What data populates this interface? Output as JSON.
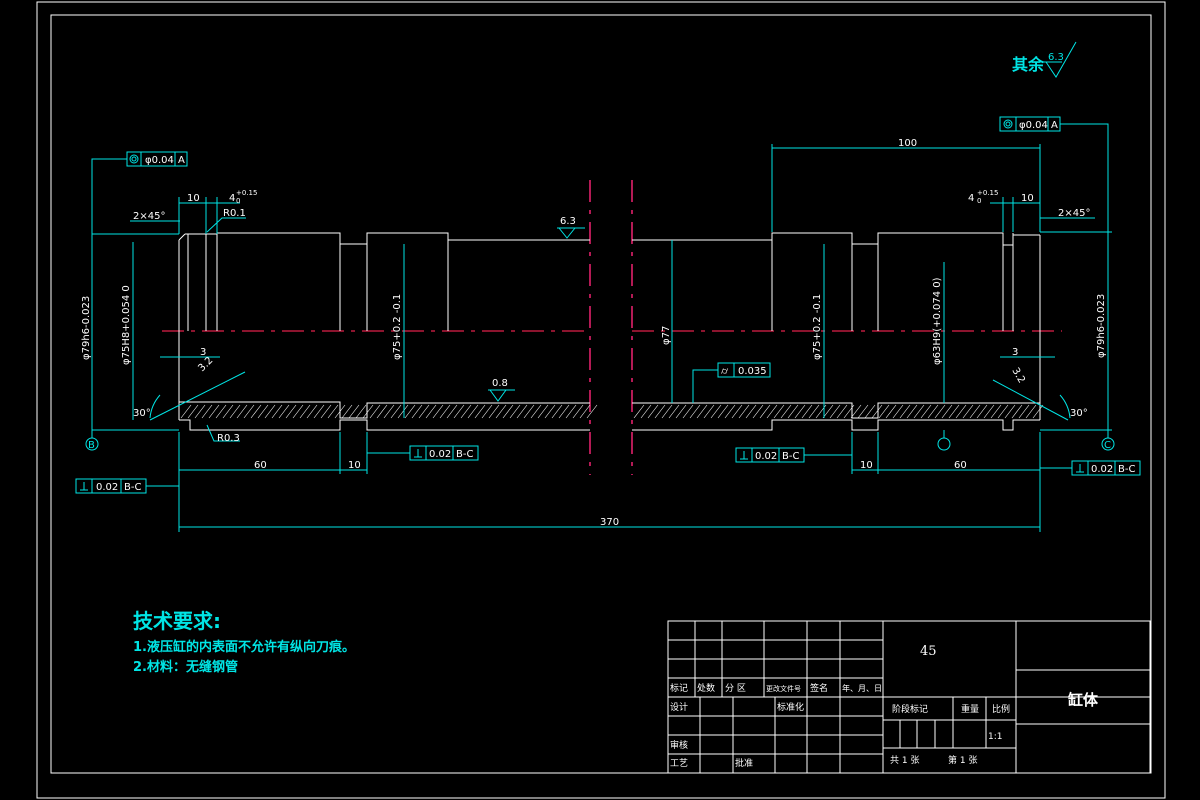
{
  "roughness_rest": {
    "label": "其余",
    "value": "6.3"
  },
  "tech_requirements": {
    "title": "技术要求:",
    "items": [
      "1.液压缸的内表面不允许有纵向刀痕。",
      "2.材料：无缝钢管"
    ]
  },
  "dimensions": {
    "total_length": "370",
    "left_60": "60",
    "left_10": "10",
    "right_60": "60",
    "right_10": "10",
    "top_100": "100",
    "left_10_top": "10",
    "right_10_top": "10",
    "left_4": "4",
    "left_4_tol": "+0.15",
    "left_4_tol0": "0",
    "right_4": "4",
    "right_4_tol": "+0.15",
    "right_4_tol0": "0",
    "chamfer_left": "2×45°",
    "chamfer_right": "2×45°",
    "r01": "R0.1",
    "r03": "R0.3",
    "dim3_left": "3",
    "dim3_right": "3",
    "angle_left": "30°",
    "angle_right": "30°",
    "rough_63": "6.3",
    "rough_08": "0.8",
    "rough_32_left": "3.2",
    "rough_32_right": "3.2",
    "dia_79_left": "φ79h6-0.023",
    "dia_75h8": "φ75H8+0.054 0",
    "dia_75_left": "φ75+0.2 -0.1",
    "dia_77": "φ77",
    "dia_75_right": "φ75+0.2 -0.1",
    "dia_63": "φ63H9(+0.074 0)",
    "dia_79_right": "φ79h6-0.023"
  },
  "datums": {
    "left": "B",
    "right": "C"
  },
  "tolerances": {
    "coax_left": {
      "value": "φ0.04",
      "datum": "A"
    },
    "coax_right": {
      "value": "φ0.04",
      "datum": "A"
    },
    "perp_left_mid": {
      "value": "0.02",
      "datum": "B-C"
    },
    "perp_right_mid": {
      "value": "0.02",
      "datum": "B-C"
    },
    "perp_left_low": {
      "value": "0.02",
      "datum": "B-C"
    },
    "perp_right_low": {
      "value": "0.02",
      "datum": "B-C"
    },
    "cyl": {
      "value": "0.035"
    }
  },
  "title_block": {
    "material": "45",
    "part_name": "缸体",
    "labels": {
      "mark": "标记",
      "count": "处数",
      "zone": "分  区",
      "doc": "更改文件号",
      "sign": "签名",
      "date": "年、月、日",
      "design": "设计",
      "standard": "标准化",
      "review": "审核",
      "process": "工艺",
      "approve": "批准",
      "stage": "阶段标记",
      "weight": "重量",
      "scale": "比例",
      "scale_value": "1:1",
      "sheets_total": "共 1 张",
      "sheet_no": "第 1 张"
    }
  }
}
